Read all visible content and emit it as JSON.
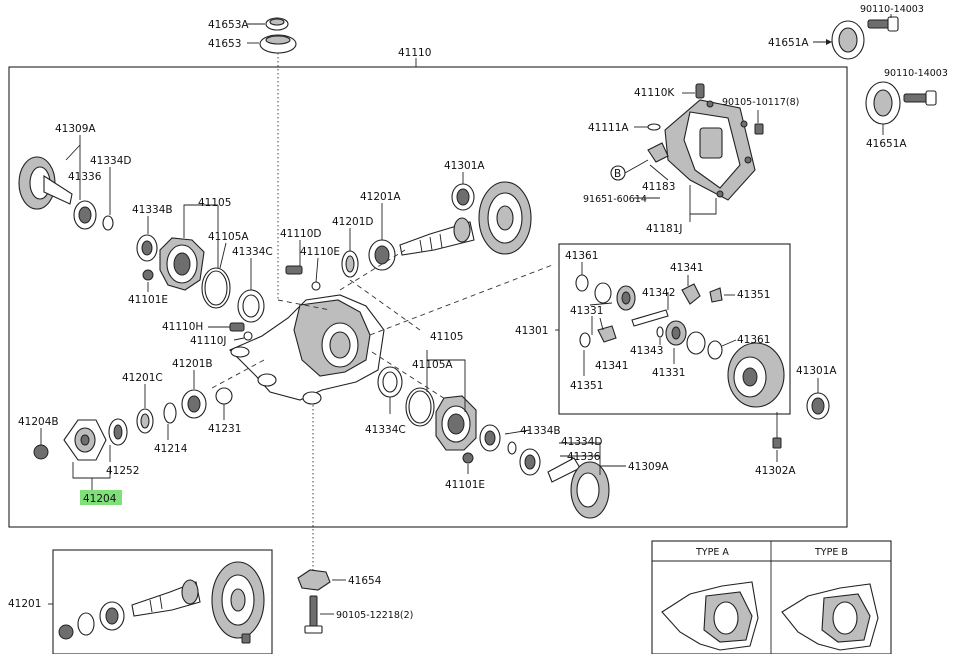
{
  "labels": {
    "l41653A": "41653A",
    "l41653": "41653",
    "l41110": "41110",
    "l90110_1": "90110-14003",
    "l41651A_1": "41651A",
    "l90110_2": "90110-14003",
    "l41651A_2": "41651A",
    "l41110K": "41110K",
    "l90105_10117": "90105-10117(8)",
    "l41111A": "41111A",
    "lB": "B",
    "l41183": "41183",
    "l91651": "91651-60614",
    "l41181J": "41181J",
    "l41309A_1": "41309A",
    "l41334D_1": "41334D",
    "l41336_1": "41336",
    "l41301A_1": "41301A",
    "l41201A": "41201A",
    "l41201D": "41201D",
    "l41334B_1": "41334B",
    "l41105_1": "41105",
    "l41105A_1": "41105A",
    "l41334C_1": "41334C",
    "l41110D": "41110D",
    "l41110E": "41110E",
    "l41101E_1": "41101E",
    "l41361_1": "41361",
    "l41341_1": "41341",
    "l41351_1": "41351",
    "l41342": "41342",
    "l41331_1": "41331",
    "l41301": "41301",
    "l41361_2": "41361",
    "l41343": "41343",
    "l41341_2": "41341",
    "l41331_2": "41331",
    "l41351_2": "41351",
    "l41301A_2": "41301A",
    "l41302A": "41302A",
    "l41110H": "41110H",
    "l41110J": "41110J",
    "l41105_2": "41105",
    "l41105A_2": "41105A",
    "l41201C": "41201C",
    "l41201B": "41201B",
    "l41204B": "41204B",
    "l41214": "41214",
    "l41231": "41231",
    "l41252": "41252",
    "l41204": "41204",
    "l41334C_2": "41334C",
    "l41334B_2": "41334B",
    "l41334D_2": "41334D",
    "l41336_2": "41336",
    "l41309A_2": "41309A",
    "l41101E_2": "41101E",
    "l41201": "41201",
    "l41654": "41654",
    "l90105_12218": "90105-12218(2)",
    "typeA": "TYPE A",
    "typeB": "TYPE B"
  },
  "colors": {
    "highlight": "#7fe07a",
    "line": "#222222"
  }
}
